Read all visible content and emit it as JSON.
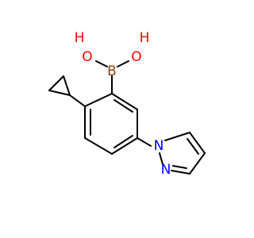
{
  "molecule": {
    "atoms": {
      "boron": {
        "label": "B",
        "color": "#8B4513"
      },
      "hydroxyl_left": {
        "label": "OH",
        "text_h": "H",
        "text_o": "O",
        "color": "#FF0000"
      },
      "hydroxyl_right": {
        "label": "OH",
        "text_o": "O",
        "text_h": "H",
        "color": "#FF0000"
      },
      "pyrazole_n1": {
        "label": "N",
        "color": "#0000FF"
      },
      "pyrazole_n2": {
        "label": "N",
        "color": "#0000FF"
      }
    },
    "bond_color": "#000000",
    "background": "#FFFFFF"
  }
}
